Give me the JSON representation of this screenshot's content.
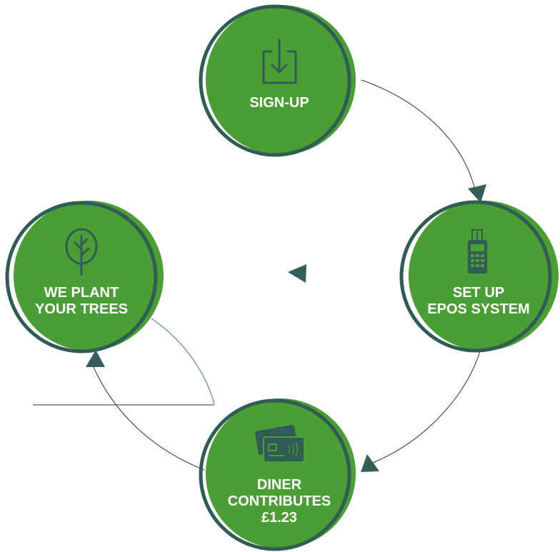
{
  "colors": {
    "fill": "#4a9e33",
    "ring": "#2f5d55",
    "line": "#333333",
    "arrow": "#345e57",
    "text": "#ffffff"
  },
  "steps": [
    {
      "id": "sign-up",
      "icon": "download-icon",
      "lines": [
        "SIGN-UP"
      ]
    },
    {
      "id": "epos",
      "icon": "card-terminal-icon",
      "lines": [
        "SET UP",
        "EPOS SYSTEM"
      ]
    },
    {
      "id": "diner",
      "icon": "credit-cards-icon",
      "lines": [
        "DINER",
        "CONTRIBUTES",
        "£1.23"
      ]
    },
    {
      "id": "plant",
      "icon": "tree-icon",
      "lines": [
        "WE PLANT",
        "YOUR TREES"
      ]
    }
  ]
}
